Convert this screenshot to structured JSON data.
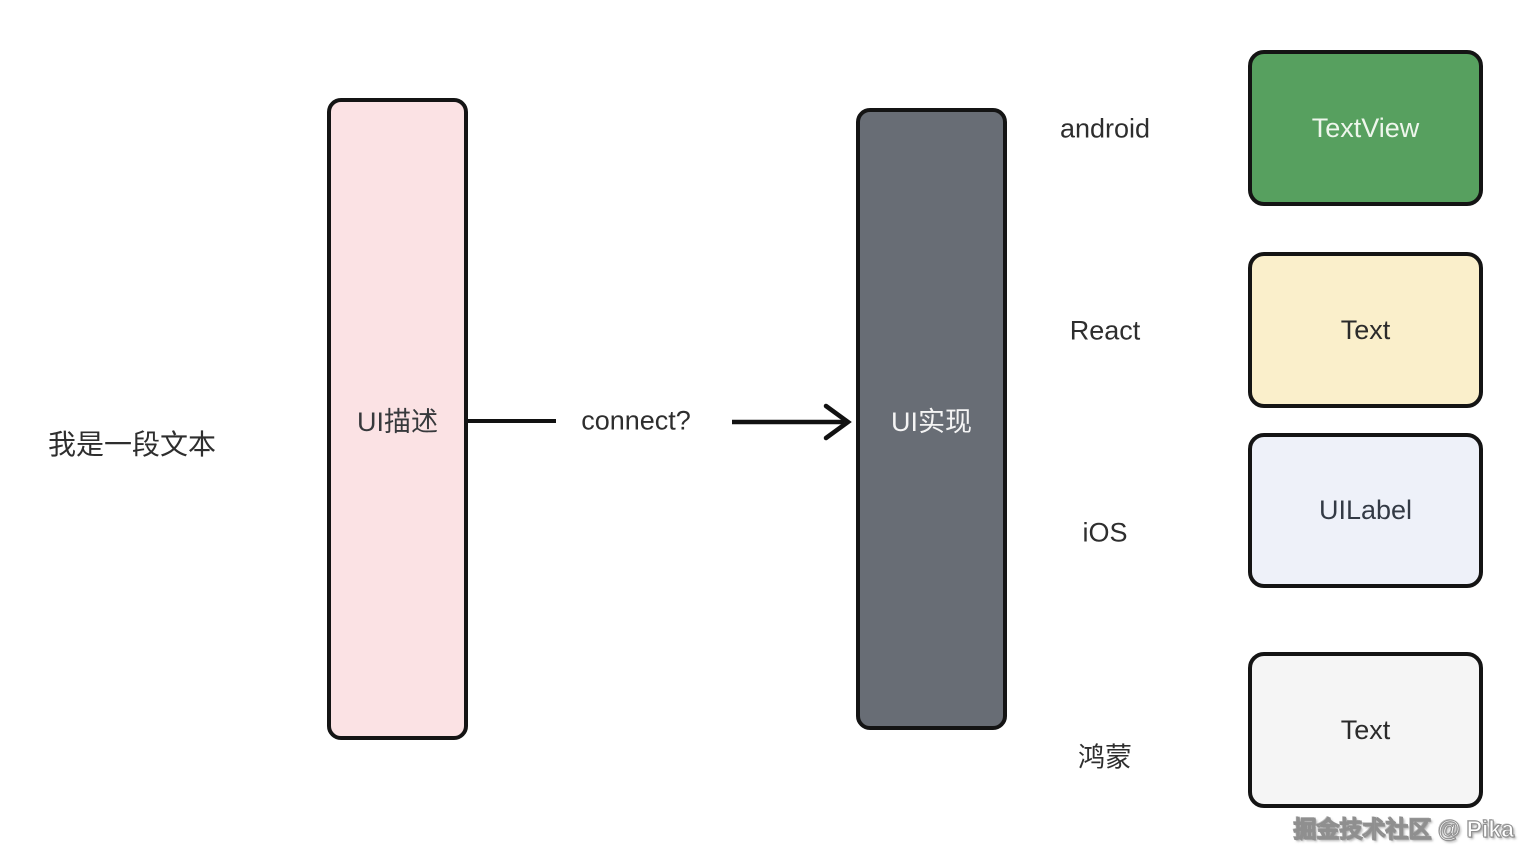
{
  "page": {
    "background": "#ffffff",
    "line_color": "#111111",
    "border_color": "#141414"
  },
  "left_text": "我是一段文本",
  "description_box": {
    "label": "UI描述",
    "fill": "#fbe2e4",
    "text_color": "#37393c"
  },
  "connector": {
    "label": "connect?"
  },
  "implementation_box": {
    "label": "UI实现",
    "fill": "#686d75",
    "text_color": "#f4f4f4"
  },
  "platforms": [
    {
      "name": "android",
      "widget": "TextView",
      "fill": "#57a05f",
      "text_color": "#eef6ec"
    },
    {
      "name": "React",
      "widget": "Text",
      "fill": "#faefcb",
      "text_color": "#2b2b2b"
    },
    {
      "name": "iOS",
      "widget": "UILabel",
      "fill": "#eef1f9",
      "text_color": "#333a45"
    },
    {
      "name": "鸿蒙",
      "widget": "Text",
      "fill": "#f5f5f5",
      "text_color": "#2b2b2b"
    }
  ],
  "watermark": "掘金技术社区 @ Pika"
}
